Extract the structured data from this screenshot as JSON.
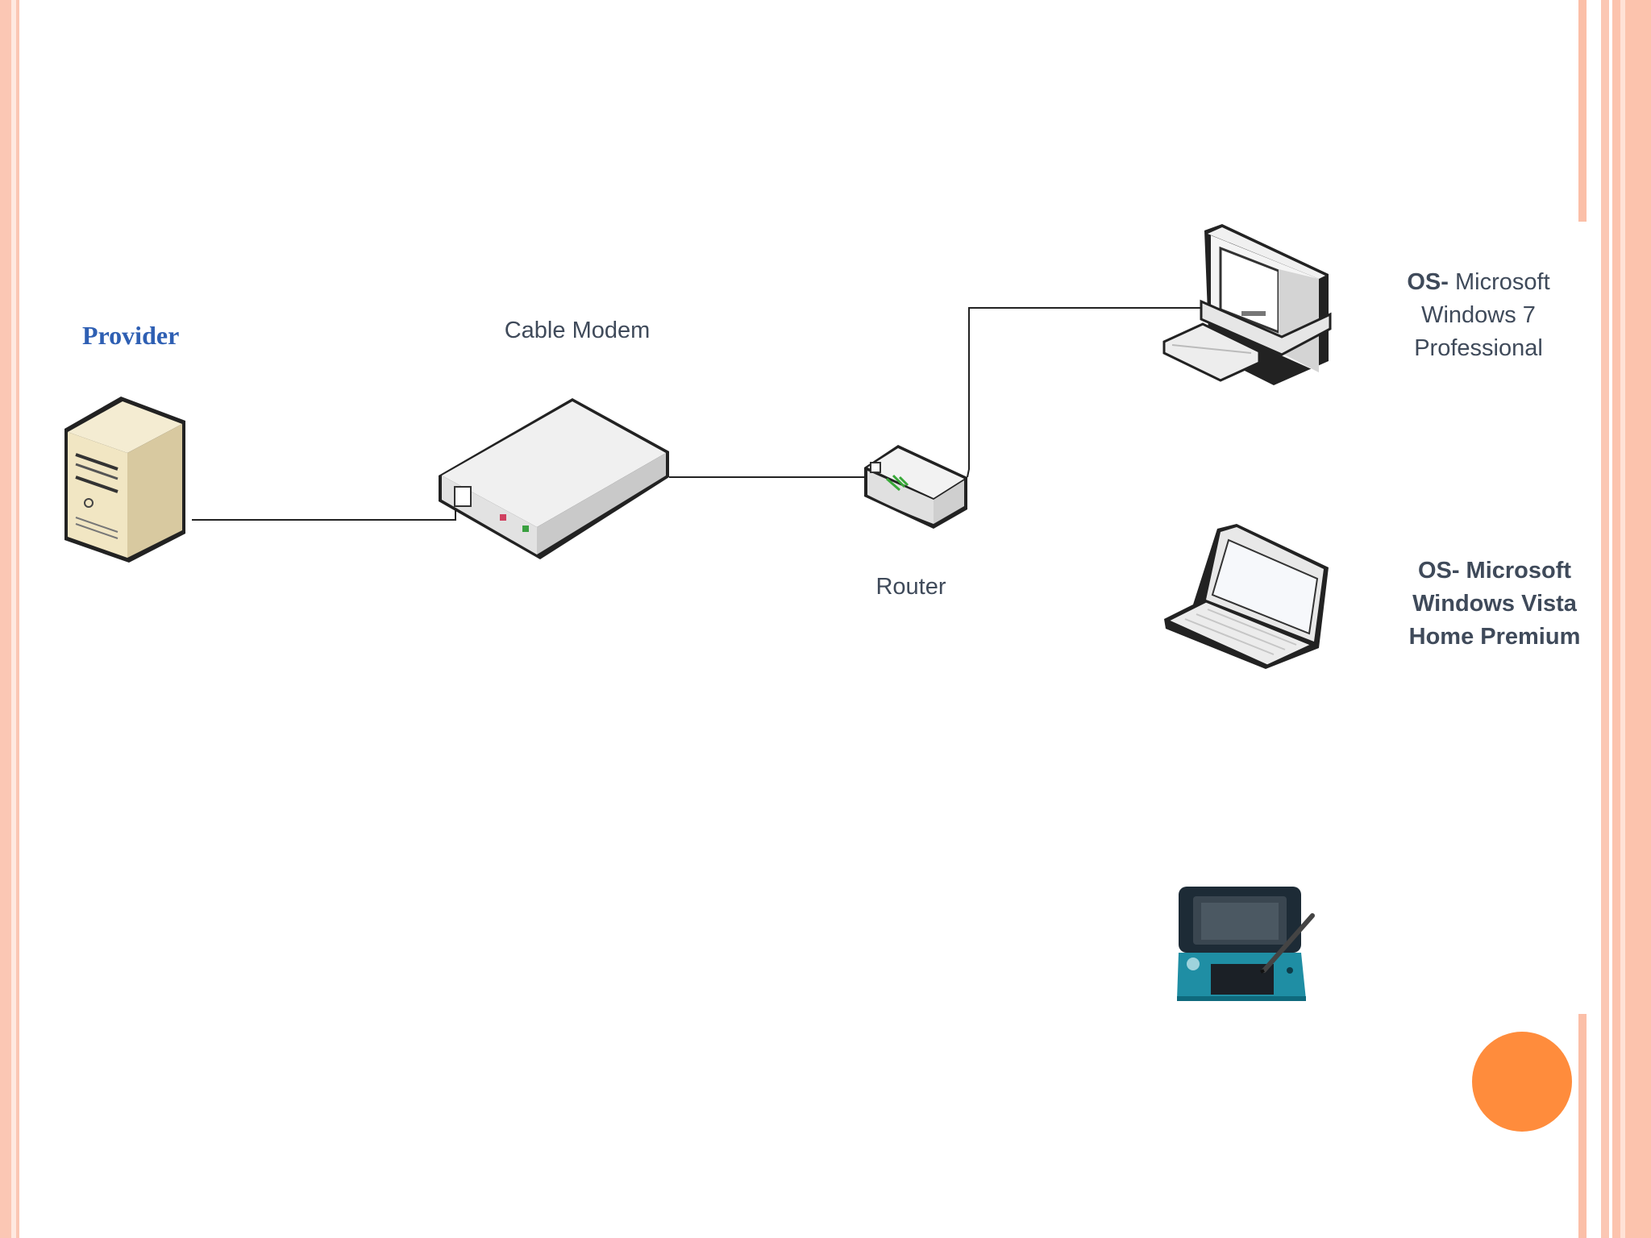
{
  "diagram": {
    "provider_label": "Provider",
    "modem_label": "Cable Modem",
    "router_label": "Router",
    "desktop_os": {
      "prefix": "OS-",
      "line1_rest": " Microsoft",
      "line2": "Windows 7",
      "line3": "Professional"
    },
    "laptop_os": {
      "line1": "OS- Microsoft",
      "line2": "Windows Vista",
      "line3": "Home Premium"
    }
  },
  "icons": {
    "server": "server-icon",
    "modem": "cable-modem-icon",
    "router": "router-icon",
    "desktop": "desktop-computer-icon",
    "laptop": "laptop-icon",
    "handheld": "handheld-console-icon"
  },
  "colors": {
    "accent_circle": "#ff8c3c",
    "border": "#fbc7b4",
    "provider_text": "#2e5fb3",
    "label_text": "#3f4a5a"
  }
}
